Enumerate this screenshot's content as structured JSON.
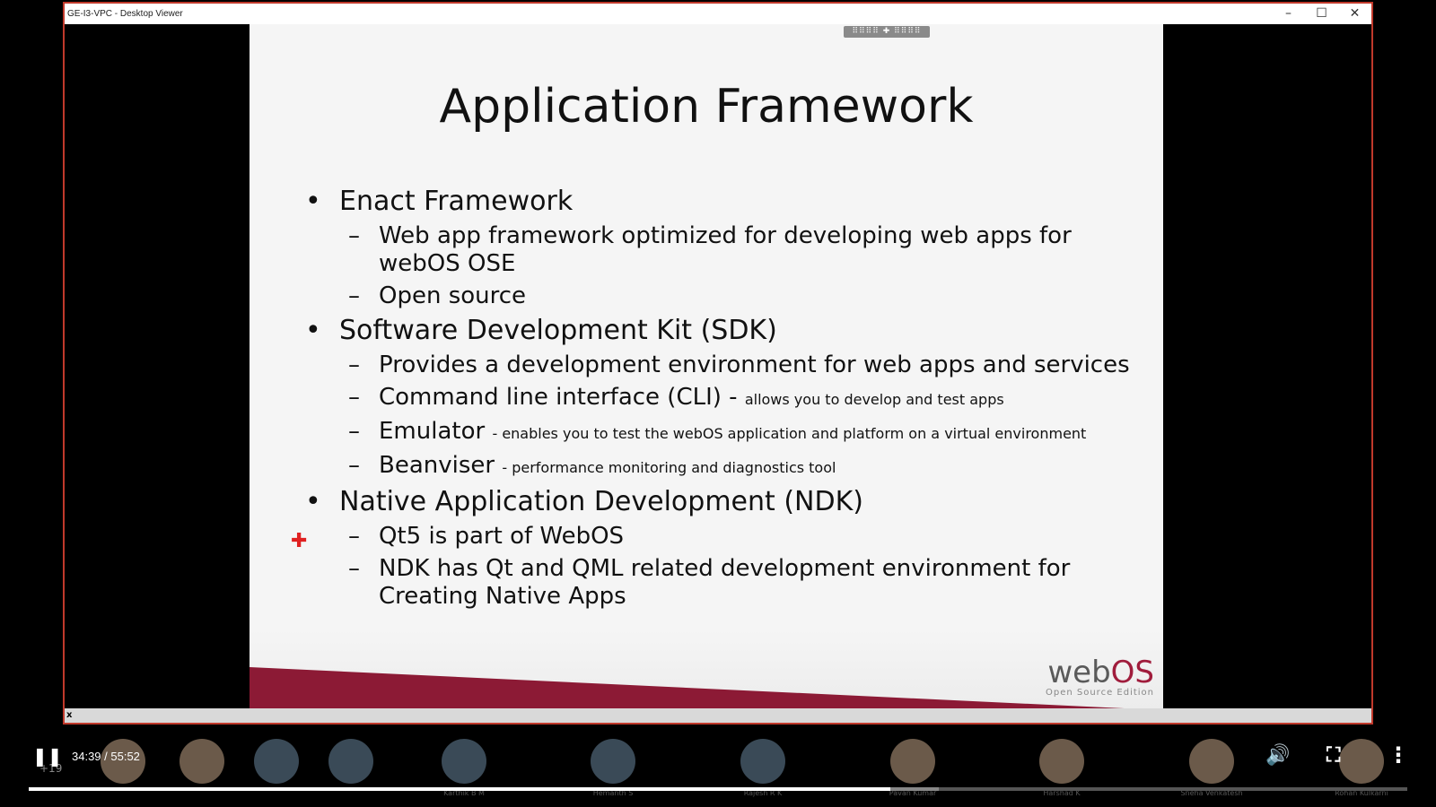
{
  "viewer": {
    "title": "GE-I3-VPC - Desktop Viewer",
    "controls": [
      "–",
      "☐",
      "✕"
    ],
    "bottom_marker": "x"
  },
  "slide": {
    "toolbar": "⠿⠿⠿⠿ ✚ ⠿⠿⠿⠿",
    "title": "Application Framework",
    "sections": [
      {
        "heading": "Enact Framework",
        "items": [
          {
            "main": "Web app framework optimized for developing web apps for webOS OSE",
            "note": ""
          },
          {
            "main": "Open source",
            "note": ""
          }
        ]
      },
      {
        "heading": "Software Development Kit (SDK)",
        "items": [
          {
            "main": "Provides a development environment for web apps and services",
            "note": ""
          },
          {
            "main": "Command line interface (CLI) - ",
            "note": "allows you to develop and test apps"
          },
          {
            "main": "Emulator ",
            "note": "- enables you to test the webOS application and platform on a virtual environment"
          },
          {
            "main": "Beanviser ",
            "note": "- performance monitoring and diagnostics tool"
          }
        ]
      },
      {
        "heading": "Native Application Development (NDK)",
        "items": [
          {
            "main": "Qt5 is part of WebOS",
            "note": ""
          },
          {
            "main": "NDK has Qt and QML related development environment for Creating Native Apps",
            "note": ""
          }
        ]
      }
    ],
    "logo": {
      "word_a": "web",
      "word_b": "OS",
      "sub": "Open Source Edition"
    }
  },
  "player": {
    "time": "34:39 / 55:52",
    "participant_count": "+19",
    "progress_fraction": 0.625,
    "buffer_end_fraction": 0.66,
    "participant_labels": [
      "Karthik B M",
      "Hemanth S",
      "Rajesh R K",
      "Pavan Kumar",
      "Harshad K",
      "Sneha Venkatesh",
      "Rohan Kulkarni"
    ]
  }
}
